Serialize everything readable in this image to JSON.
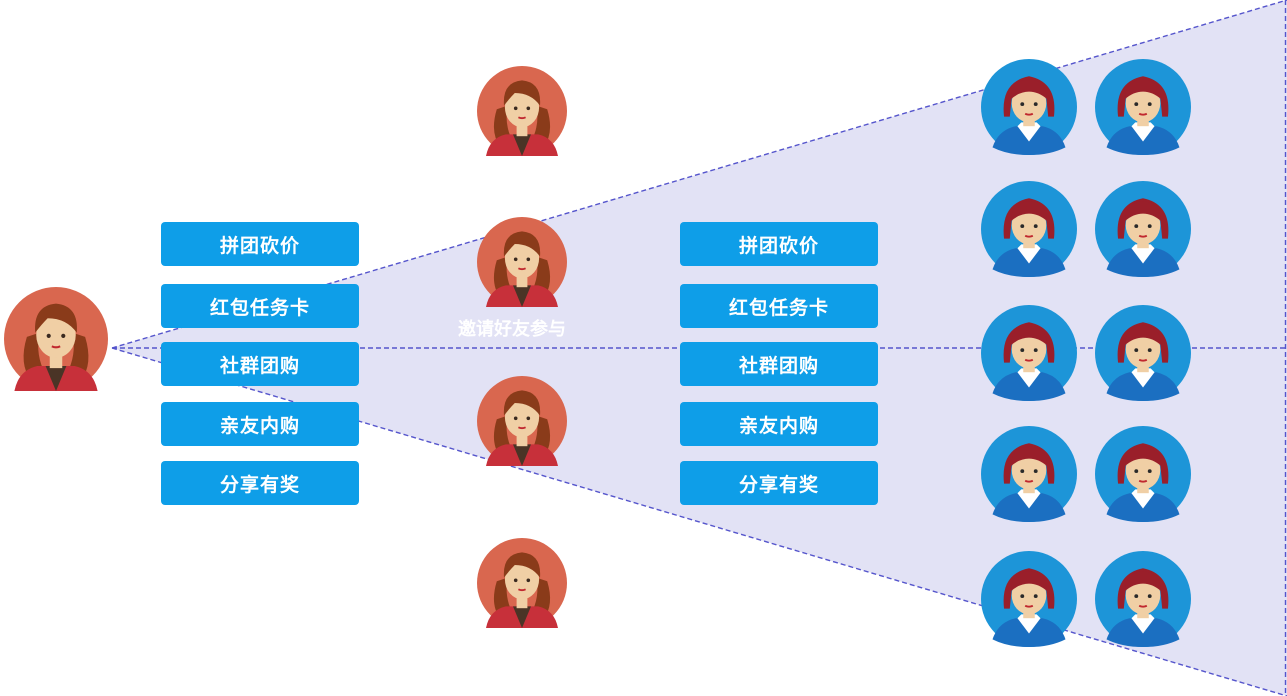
{
  "colors": {
    "tag_fill": "#0e9ee8",
    "funnel_fill": "#e2e2f5",
    "funnel_line": "#5555cc",
    "user_skin": "#f0cfa5",
    "user_hair": "#8a3b1a",
    "user_bg": "#d9674f",
    "user_shirt": "#c7303a",
    "friend_bg": "#1d95d8",
    "friend_hair": "#9a1f2a",
    "friend_suit": "#1b6fc1"
  },
  "tags_left": [
    "拼团砍价",
    "红包任务卡",
    "社群团购",
    "亲友内购",
    "分享有奖"
  ],
  "tags_right": [
    "拼团砍价",
    "红包任务卡",
    "社群团购",
    "亲友内购",
    "分享有奖"
  ],
  "invite_caption": "邀请好友参与",
  "icons": {
    "source_user": "user-avatar-icon",
    "invited_user": "user-avatar-icon",
    "recruited_friend": "friend-avatar-icon"
  }
}
